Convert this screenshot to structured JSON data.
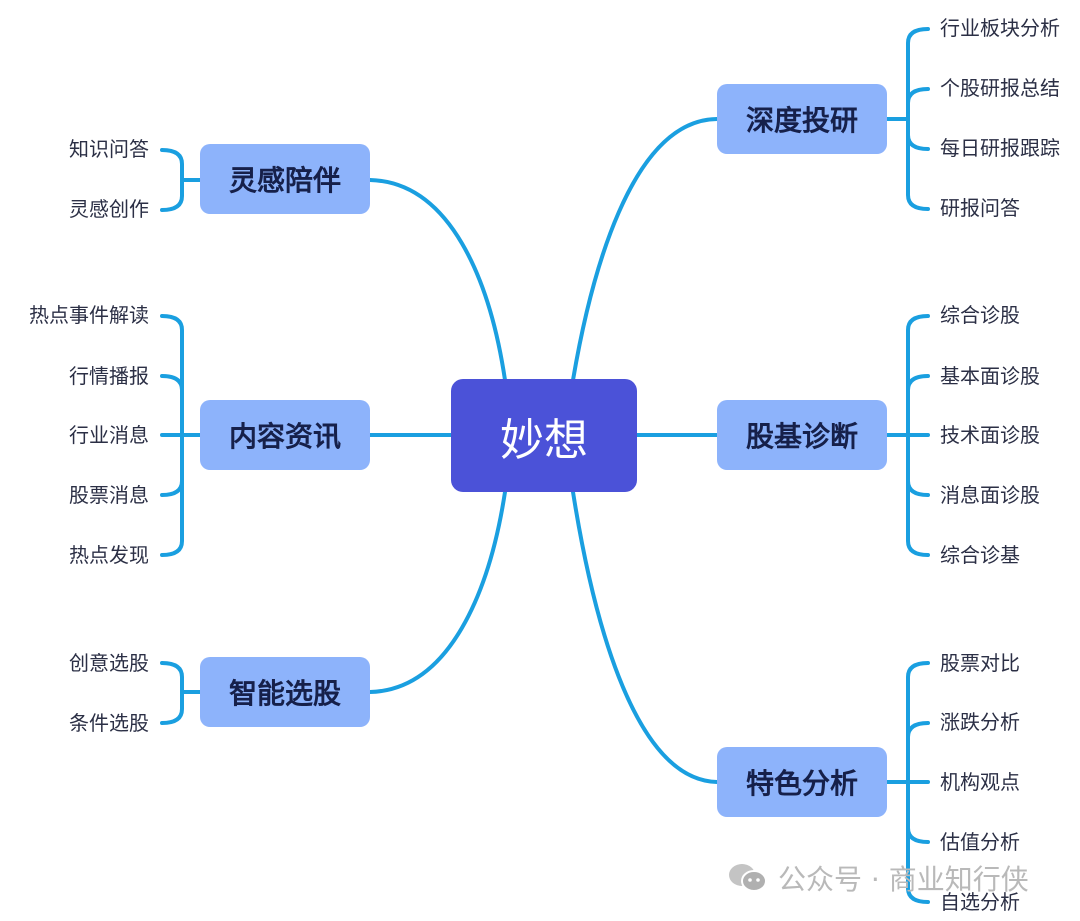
{
  "center": {
    "label": "妙想"
  },
  "branches": [
    {
      "id": "linggan",
      "label": "灵感陪伴",
      "side": "left",
      "children": [
        "知识问答",
        "灵感创作"
      ]
    },
    {
      "id": "neirong",
      "label": "内容资讯",
      "side": "left",
      "children": [
        "热点事件解读",
        "行情播报",
        "行业消息",
        "股票消息",
        "热点发现"
      ]
    },
    {
      "id": "zhineng",
      "label": "智能选股",
      "side": "left",
      "children": [
        "创意选股",
        "条件选股"
      ]
    },
    {
      "id": "shendu",
      "label": "深度投研",
      "side": "right",
      "children": [
        "行业板块分析",
        "个股研报总结",
        "每日研报跟踪",
        "研报问答"
      ]
    },
    {
      "id": "guji",
      "label": "股基诊断",
      "side": "right",
      "children": [
        "综合诊股",
        "基本面诊股",
        "技术面诊股",
        "消息面诊股",
        "综合诊基"
      ]
    },
    {
      "id": "tese",
      "label": "特色分析",
      "side": "right",
      "children": [
        "股票对比",
        "涨跌分析",
        "机构观点",
        "估值分析",
        "自选分析"
      ]
    }
  ],
  "watermark": {
    "icon": "wechat-icon",
    "text": "公众号 · 商业知行侠"
  },
  "colors": {
    "center": "#4b52d8",
    "branch": "#8db3fb",
    "link": "#1a9fe0",
    "text": "#2b2f45"
  }
}
